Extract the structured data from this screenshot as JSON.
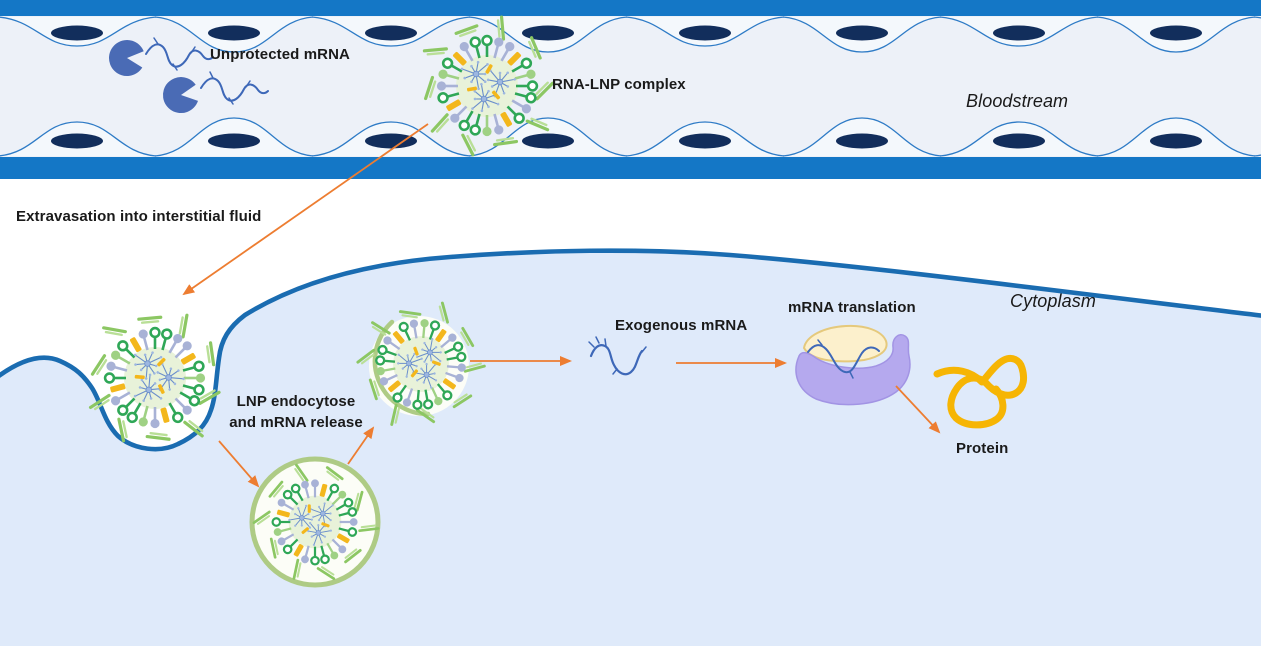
{
  "diagram": {
    "labels": {
      "unprotected_mrna": "Unprotected mRNA",
      "rna_lnp_complex": "RNA-LNP complex",
      "bloodstream": "Bloodstream",
      "extravasation": "Extravasation into interstitial fluid",
      "endocytose_line1": "LNP endocytose",
      "endocytose_line2": "and mRNA release",
      "exogenous_mrna": "Exogenous mRNA",
      "mrna_translation": "mRNA translation",
      "cytoplasm": "Cytoplasm",
      "protein": "Protein"
    },
    "colors": {
      "vessel_wall": "#1477c6",
      "vessel_lumen": "#edf1f8",
      "endothelium_line": "#2e7bc6",
      "endothelium_fill": "#f4f8fc",
      "cell_nucleus": "#122e5c",
      "cell_interior": "#dfeafa",
      "cell_membrane": "#1a6cb1",
      "arrow": "#ed7d31",
      "rnase": "#4a6bb5",
      "mrna": "#3e68b8",
      "lipid_green": "#2fa757",
      "lipid_pale": "#9fd184",
      "lipid_lavender": "#a8b2d6",
      "cholesterol_yellow": "#f3b71c",
      "lnp_core": "#e8f2d9",
      "lnp_stick": "#8cc763",
      "lnp_stick_light": "#b9df97",
      "lnp_rna": "#6a8ecb",
      "lnp_rna_light": "#9db7e0",
      "endosome": "#aecb85",
      "endosome_fill": "#fcfdf7",
      "ribosome_small": "#fcf0cc",
      "ribosome_small_stroke": "#e5c97c",
      "ribosome_large": "#b5a9ee",
      "ribosome_large_stroke": "#a294e4",
      "protein_ribbon": "#f6b504",
      "text": "#1a1a1a"
    }
  }
}
